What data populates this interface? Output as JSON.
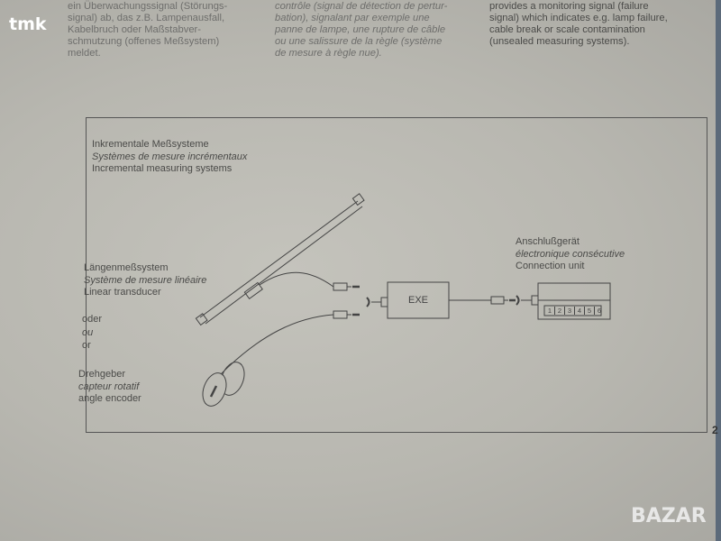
{
  "top_text": {
    "german": [
      "ein Überwachungssignal (Störungs-",
      "signal) ab, das z.B. Lampenausfall,",
      "Kabelbruch oder Maßstabver-",
      "schmutzung (offenes Meßsystem)",
      "meldet."
    ],
    "french": [
      "contrôle (signal de détection de pertur-",
      "bation), signalant par exemple une",
      "panne de lampe, une rupture de câble",
      "ou une salissure de la règle (système",
      "de mesure à règle nue)."
    ],
    "english": [
      "provides a monitoring signal (failure",
      "signal) which indicates e.g. lamp failure,",
      "cable break or scale contamination",
      "(unsealed measuring systems)."
    ]
  },
  "figure": {
    "title": [
      "Inkrementale Meßsysteme",
      "Systèmes de mesure incrémentaux",
      "Incremental measuring systems"
    ],
    "linear": [
      "Längenmeßsystem",
      "Système de mesure linéaire",
      "Linear transducer"
    ],
    "or": [
      "oder",
      "ou",
      "or"
    ],
    "rotary": [
      "Drehgeber",
      "capteur rotatif",
      "angle encoder"
    ],
    "unit": [
      "Anschlußgerät",
      "électronique consécutive",
      "Connection unit"
    ],
    "exe_label": "EXE",
    "display_digits": [
      "1",
      "2",
      "3",
      "4",
      "5",
      "6"
    ]
  },
  "page_number": "2",
  "watermark": "tmk",
  "logo": "BAZAR"
}
